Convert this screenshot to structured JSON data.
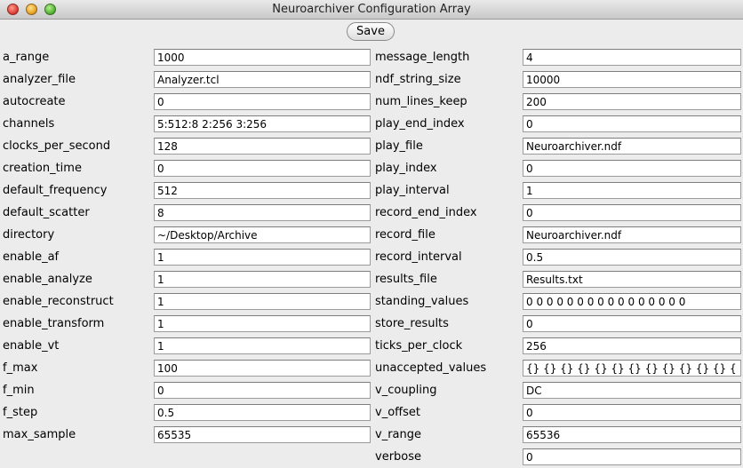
{
  "window": {
    "title": "Neuroarchiver Configuration Array"
  },
  "toolbar": {
    "save_label": "Save"
  },
  "left": [
    {
      "label": "a_range",
      "value": "1000"
    },
    {
      "label": "analyzer_file",
      "value": "Analyzer.tcl"
    },
    {
      "label": "autocreate",
      "value": "0"
    },
    {
      "label": "channels",
      "value": "5:512:8 2:256 3:256"
    },
    {
      "label": "clocks_per_second",
      "value": "128"
    },
    {
      "label": "creation_time",
      "value": "0"
    },
    {
      "label": "default_frequency",
      "value": "512"
    },
    {
      "label": "default_scatter",
      "value": "8"
    },
    {
      "label": "directory",
      "value": "~/Desktop/Archive"
    },
    {
      "label": "enable_af",
      "value": "1"
    },
    {
      "label": "enable_analyze",
      "value": "1"
    },
    {
      "label": "enable_reconstruct",
      "value": "1"
    },
    {
      "label": "enable_transform",
      "value": "1"
    },
    {
      "label": "enable_vt",
      "value": "1"
    },
    {
      "label": "f_max",
      "value": "100"
    },
    {
      "label": "f_min",
      "value": "0"
    },
    {
      "label": "f_step",
      "value": "0.5"
    },
    {
      "label": "max_sample",
      "value": "65535"
    }
  ],
  "right": [
    {
      "label": "message_length",
      "value": "4"
    },
    {
      "label": "ndf_string_size",
      "value": "10000"
    },
    {
      "label": "num_lines_keep",
      "value": "200"
    },
    {
      "label": "play_end_index",
      "value": "0"
    },
    {
      "label": "play_file",
      "value": "Neuroarchiver.ndf"
    },
    {
      "label": "play_index",
      "value": "0"
    },
    {
      "label": "play_interval",
      "value": "1"
    },
    {
      "label": "record_end_index",
      "value": "0"
    },
    {
      "label": "record_file",
      "value": "Neuroarchiver.ndf"
    },
    {
      "label": "record_interval",
      "value": "0.5"
    },
    {
      "label": "results_file",
      "value": "Results.txt"
    },
    {
      "label": "standing_values",
      "value": "0 0 0 0 0 0 0 0 0 0 0 0 0 0 0 0"
    },
    {
      "label": "store_results",
      "value": "0"
    },
    {
      "label": "ticks_per_clock",
      "value": "256"
    },
    {
      "label": "unaccepted_values",
      "value": "{} {} {} {} {} {} {} {} {} {} {} {} {} {} {} {}"
    },
    {
      "label": "v_coupling",
      "value": "DC"
    },
    {
      "label": "v_offset",
      "value": "0"
    },
    {
      "label": "v_range",
      "value": "65536"
    },
    {
      "label": "verbose",
      "value": "0"
    }
  ]
}
